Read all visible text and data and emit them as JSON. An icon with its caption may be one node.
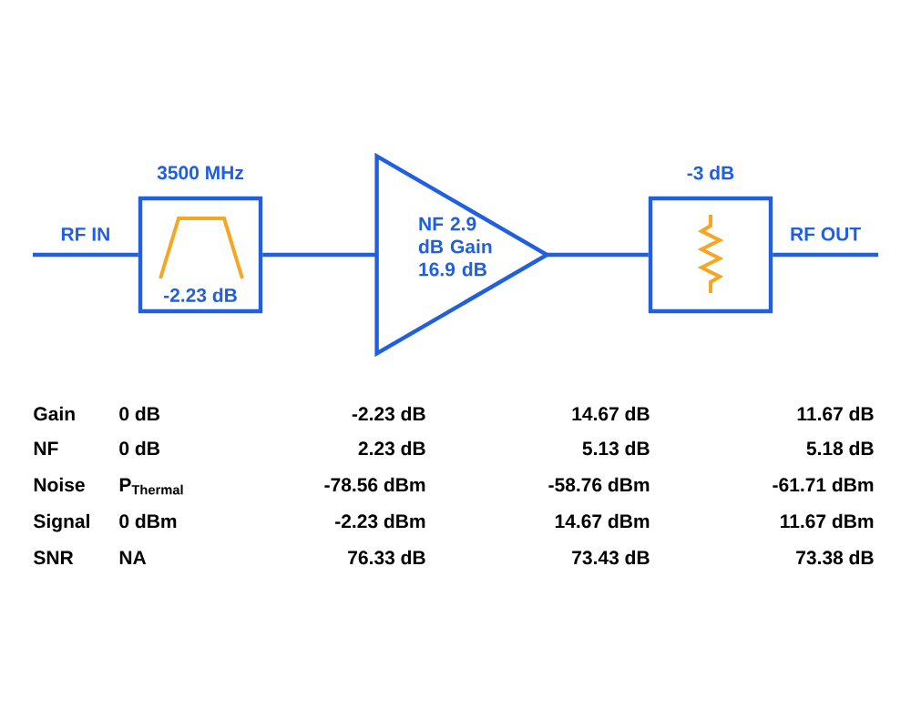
{
  "diagram": {
    "nodes": [
      {
        "text": [
          "3500 MHz",
          "-2.23 dB"
        ]
      },
      {
        "text": [
          "NF 2.9 dB Gain 16.9 dB"
        ]
      },
      {
        "text": [
          "-3 dB"
        ]
      }
    ],
    "edges": [
      {
        "from": null,
        "to": 0,
        "arrow": "none",
        "label": "RF IN"
      },
      {
        "from": 0,
        "to": 1,
        "arrow": "none"
      },
      {
        "from": 1,
        "to": 2,
        "arrow": "none"
      },
      {
        "from": 2,
        "to": null,
        "arrow": "none",
        "label": "RF OUT"
      }
    ],
    "labels": [
      "Gain",
      "0 dB",
      "-2.23 dB",
      "14.67 dB",
      "11.67 dB",
      "NF",
      "0 dB",
      "2.23 dB",
      "5.13 dB",
      "5.18 dB",
      "Noise",
      "P$_{Thermal}$",
      "-78.56 dBm",
      "-58.76 dBm",
      "-61.71 dBm",
      "Signal",
      "0 dBm",
      "-2.23 dBm",
      "14.67 dBm",
      "11.67 dBm",
      "SNR",
      "NA",
      "76.33 dB",
      "73.43 dB",
      "73.38 dB"
    ]
  }
}
